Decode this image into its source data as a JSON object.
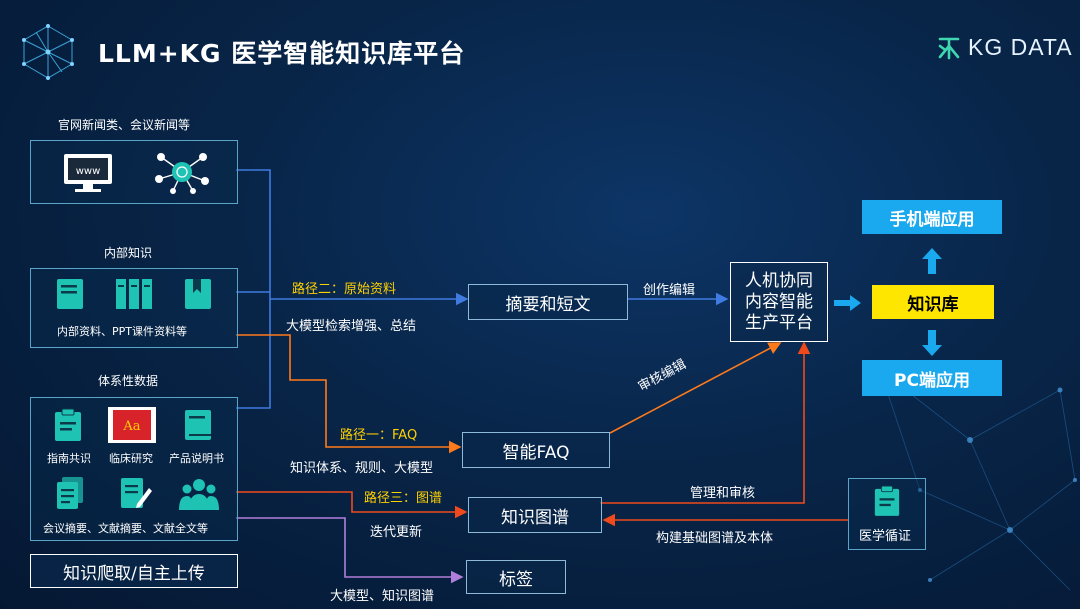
{
  "header": {
    "title": "LLM+KG 医学智能知识库平台",
    "brand": "KG DATA"
  },
  "sources": {
    "news": {
      "caption": "官网新闻类、会议新闻等",
      "www_text": "www"
    },
    "internal": {
      "caption": "内部知识",
      "items_label": "内部资料、PPT课件资料等"
    },
    "system": {
      "caption": "体系性数据",
      "items": [
        "指南共识",
        "临床研究",
        "产品说明书",
        "会议摘要、文献摘要、文献全文等"
      ],
      "book_text": "Aa"
    },
    "crawl_label": "知识爬取/自主上传"
  },
  "paths": {
    "path2": {
      "name": "路径二：原始资料",
      "desc": "大模型检索增强、总结"
    },
    "path1": {
      "name": "路径一：FAQ",
      "desc": "知识体系、规则、大模型"
    },
    "path3": {
      "name": "路径三：图谱",
      "desc": "迭代更新"
    },
    "tag_desc": "大模型、知识图谱"
  },
  "nodes": {
    "summary": "摘要和短文",
    "faq": "智能FAQ",
    "kg": "知识图谱",
    "tag": "标签",
    "center": [
      "人机协同",
      "内容智能",
      "生产平台"
    ],
    "library": "知识库",
    "mobile": "手机端应用",
    "pc": "PC端应用",
    "evidence": "医学循证"
  },
  "edges": {
    "edit": "创作编辑",
    "review": "审核编辑",
    "manage": "管理和审核",
    "build": "构建基础图谱及本体"
  },
  "colors": {
    "blue_line": "#3f7be0",
    "orange_line": "#ff7a1a",
    "red_line": "#f04a1c",
    "purple_line": "#b07fd9",
    "accent_blue": "#1aa8ee",
    "yellow": "#ffe600",
    "teal": "#1fc3b4"
  }
}
